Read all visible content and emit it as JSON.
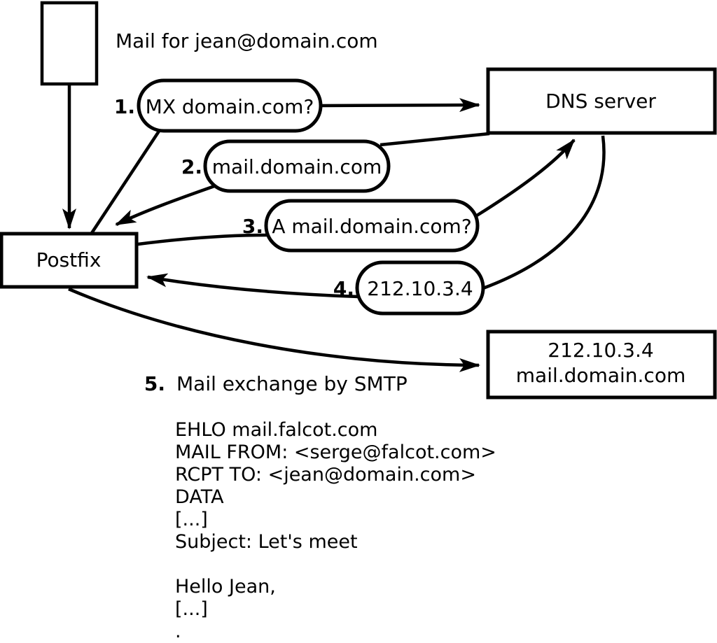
{
  "diagram": {
    "title_note": "Mail for jean@domain.com",
    "colors": {
      "stroke": "#000000",
      "background": "#ffffff"
    },
    "nodes": {
      "postfix": {
        "label": "Postfix"
      },
      "dns_server": {
        "label": "DNS server"
      },
      "mail_server": {
        "line1": "212.10.3.4",
        "line2": "mail.domain.com"
      }
    },
    "steps": [
      {
        "num": "1.",
        "label": "MX domain.com?"
      },
      {
        "num": "2.",
        "label": "mail.domain.com"
      },
      {
        "num": "3.",
        "label": "A mail.domain.com?"
      },
      {
        "num": "4.",
        "label": "212.10.3.4"
      },
      {
        "num": "5.",
        "label": "Mail exchange by SMTP"
      }
    ],
    "smtp_session": {
      "lines": [
        "EHLO mail.falcot.com",
        "MAIL FROM: <serge@falcot.com>",
        "RCPT TO: <jean@domain.com>",
        "DATA",
        "[...]",
        "Subject: Let's meet",
        "",
        "Hello Jean,",
        "[...]",
        "."
      ]
    }
  }
}
